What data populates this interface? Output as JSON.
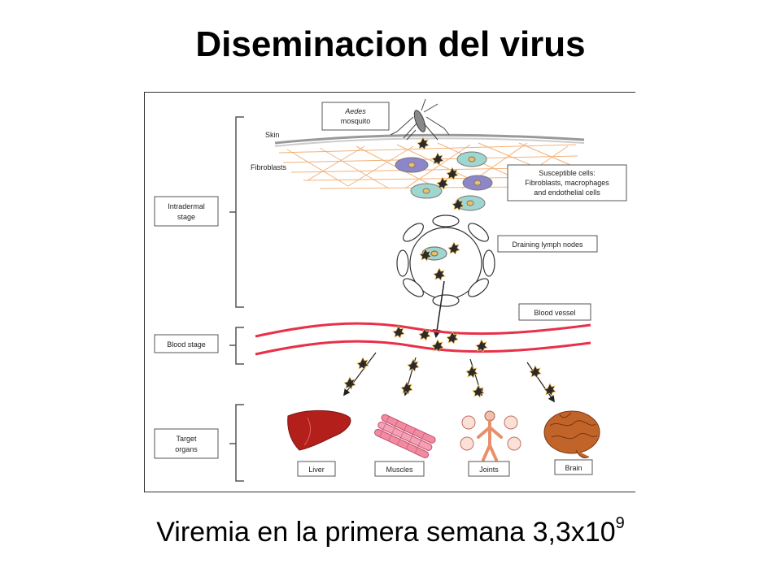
{
  "slide": {
    "title": "Diseminacion del virus",
    "caption_main": "Viremia en la primera semana 3,3x10",
    "caption_exponent": "9"
  },
  "diagram": {
    "stages": {
      "intradermal": [
        "Intradermal",
        "stage"
      ],
      "blood": "Blood stage",
      "target": [
        "Target",
        "organs"
      ]
    },
    "labels": {
      "mosquito": [
        "Aedes",
        "mosquito"
      ],
      "skin": "Skin",
      "fibroblasts": "Fibroblasts",
      "susceptible": [
        "Susceptible cells:",
        "Fibroblasts, macrophages",
        "and endothelial cells"
      ],
      "lymph": "Draining lymph nodes",
      "vessel": "Blood vessel"
    },
    "organs": {
      "liver": "Liver",
      "muscles": "Muscles",
      "joints": "Joints",
      "brain": "Brain"
    },
    "colors": {
      "vessel": "#e83048",
      "skin_grid": "#f2b27a",
      "cell_teal": "#9fd6cf",
      "cell_purple": "#8d86c9",
      "nucleus": "#f0c060",
      "virus": "#2a2a2a",
      "liver": "#b3201c",
      "brain": "#c0642a"
    }
  }
}
